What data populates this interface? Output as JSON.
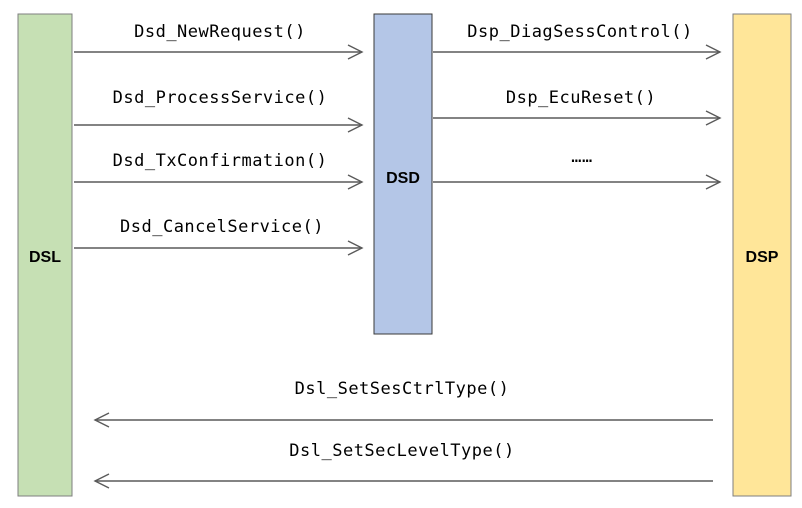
{
  "blocks": {
    "dsl": {
      "label": "DSL",
      "fill": "#c6e0b4",
      "stroke": "#7f7f7f"
    },
    "dsd": {
      "label": "DSD",
      "fill": "#b4c6e7",
      "stroke": "#3a3a3a"
    },
    "dsp": {
      "label": "DSP",
      "fill": "#ffe699",
      "stroke": "#7f7f7f"
    }
  },
  "calls": {
    "dsl_to_dsd": [
      "Dsd_NewRequest()",
      "Dsd_ProcessService()",
      "Dsd_TxConfirmation()",
      "Dsd_CancelService()"
    ],
    "dsd_to_dsp": [
      "Dsp_DiagSessControl()",
      "Dsp_EcuReset()",
      "……"
    ],
    "dsp_to_dsl": [
      "Dsl_SetSesCtrlType()",
      "Dsl_SetSecLevelType()"
    ]
  }
}
